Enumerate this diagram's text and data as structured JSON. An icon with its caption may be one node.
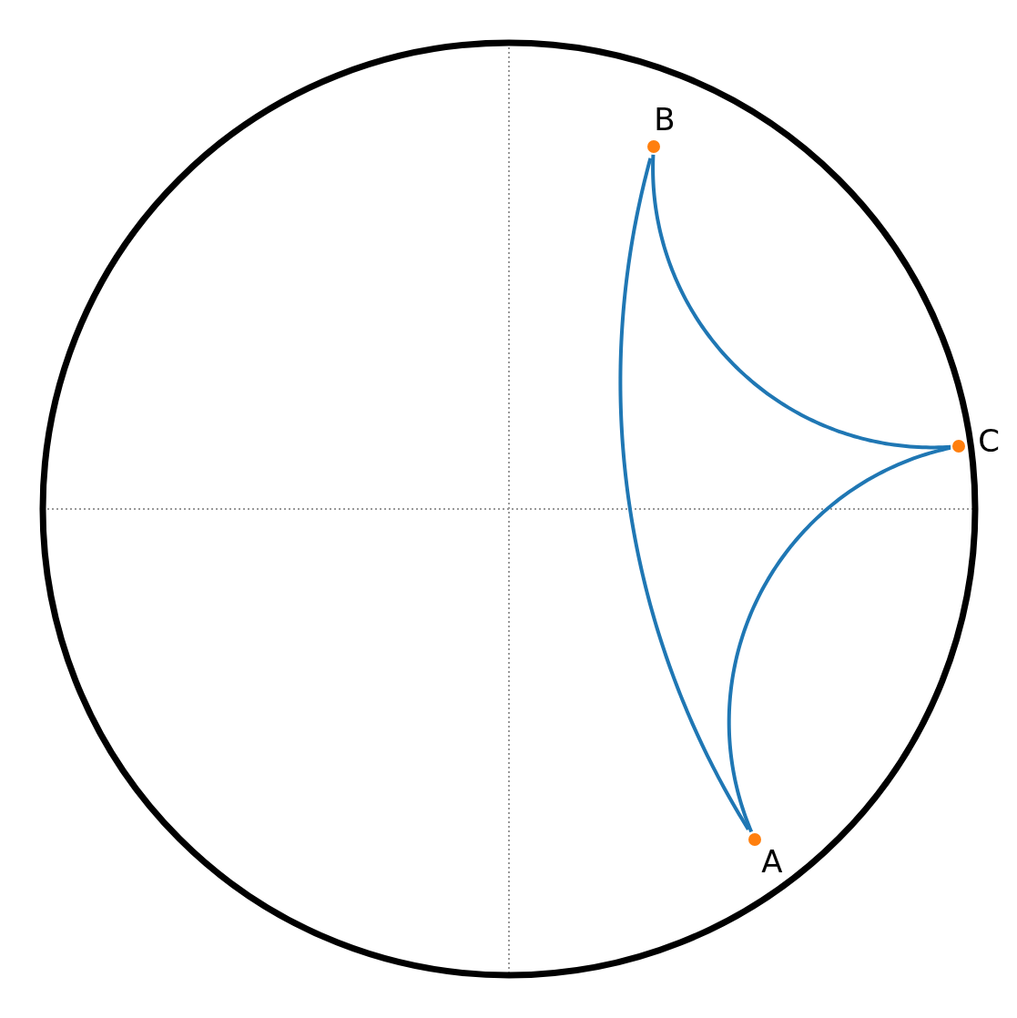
{
  "diagram": {
    "nodes": [
      {
        "text": [
          "B"
        ]
      },
      {
        "text": [
          "C"
        ]
      },
      {
        "text": [
          "A"
        ]
      }
    ],
    "edges": [
      {
        "from": 0,
        "to": 1,
        "arrow": "none"
      },
      {
        "from": 0,
        "to": 2,
        "arrow": "none"
      },
      {
        "from": 1,
        "to": 2,
        "arrow": "none"
      }
    ]
  }
}
